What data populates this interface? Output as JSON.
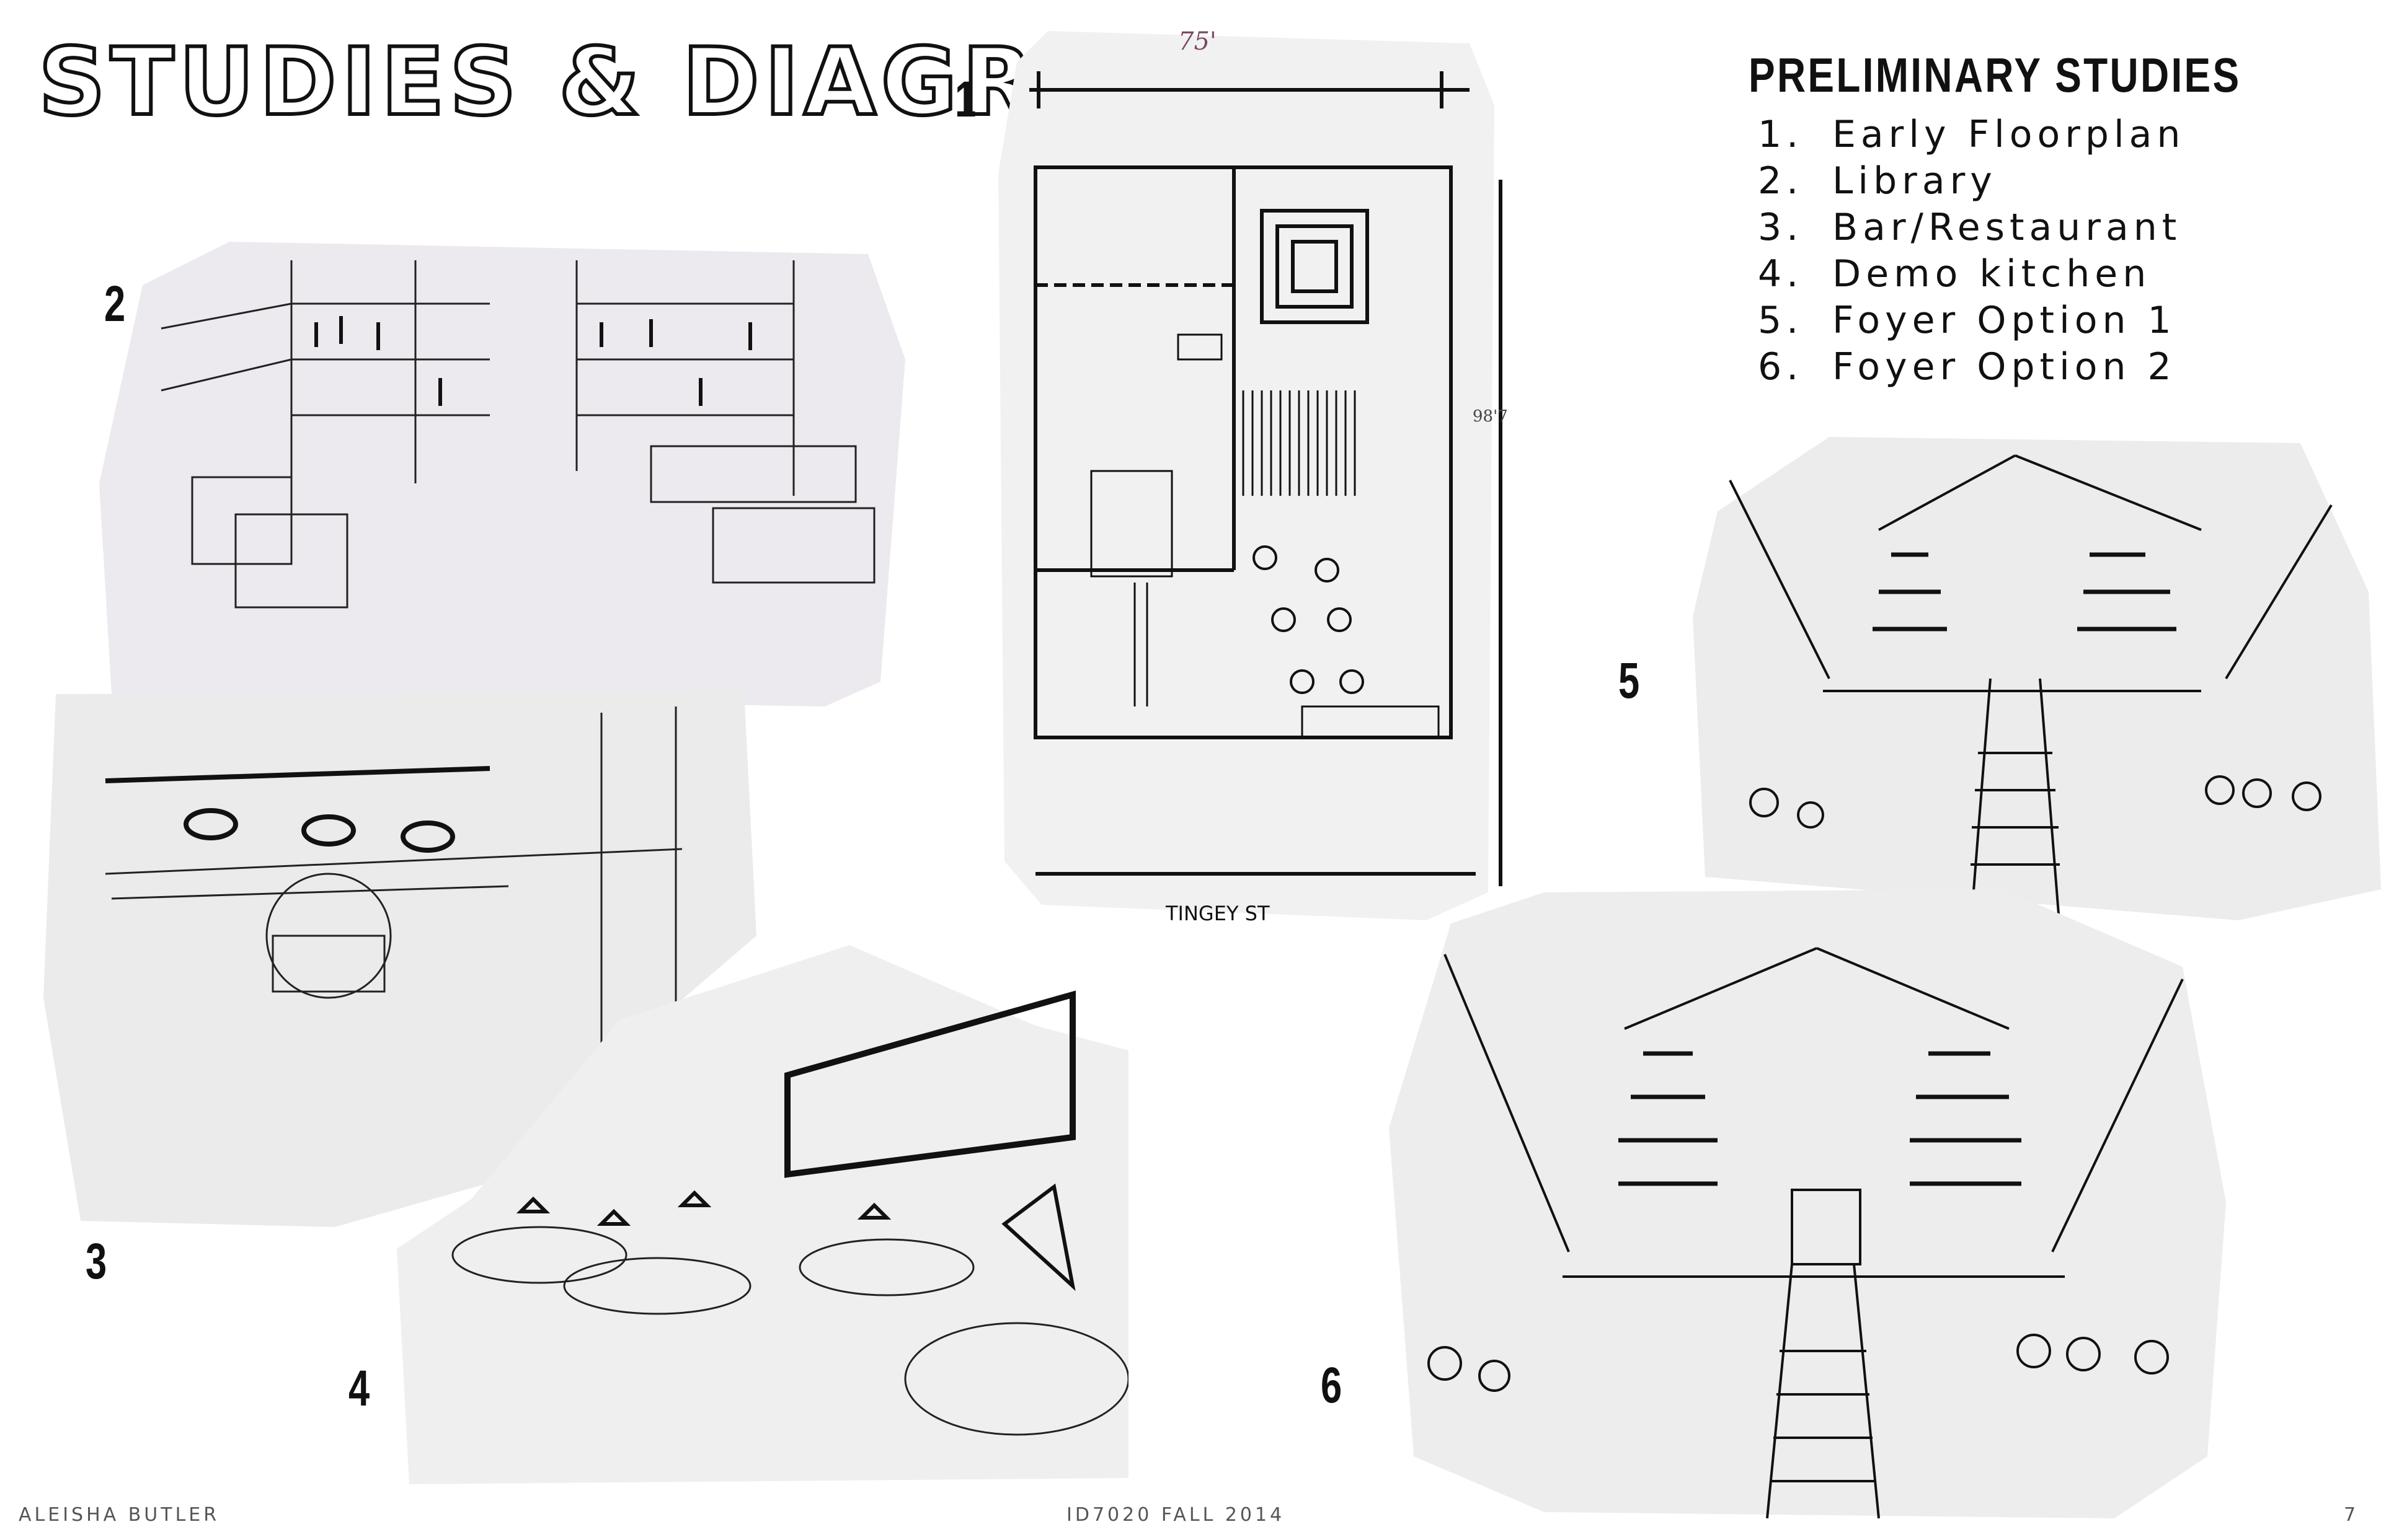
{
  "page": {
    "title": "STUDIES & DIAGRAMS",
    "page_number": "7"
  },
  "preliminary_studies": {
    "heading": "PRELIMINARY STUDIES",
    "items": [
      {
        "num": "1.",
        "label": "Early Floorplan"
      },
      {
        "num": "2.",
        "label": "Library"
      },
      {
        "num": "3.",
        "label": "Bar/Restaurant"
      },
      {
        "num": "4.",
        "label": "Demo kitchen"
      },
      {
        "num": "5.",
        "label": "Foyer Option 1"
      },
      {
        "num": "6.",
        "label": "Foyer Option 2"
      }
    ]
  },
  "figures": {
    "fig1": {
      "number": "1",
      "dim_top": "75'",
      "dim_side": "98'7\"",
      "street": "TINGEY ST"
    },
    "fig2": {
      "number": "2"
    },
    "fig3": {
      "number": "3"
    },
    "fig4": {
      "number": "4"
    },
    "fig5": {
      "number": "5"
    },
    "fig6": {
      "number": "6"
    }
  },
  "footer": {
    "author": "ALEISHA BUTLER",
    "course": "ID7020 FALL 2014"
  },
  "colors": {
    "ink": "#111111",
    "paper": "#f1f1f1"
  }
}
